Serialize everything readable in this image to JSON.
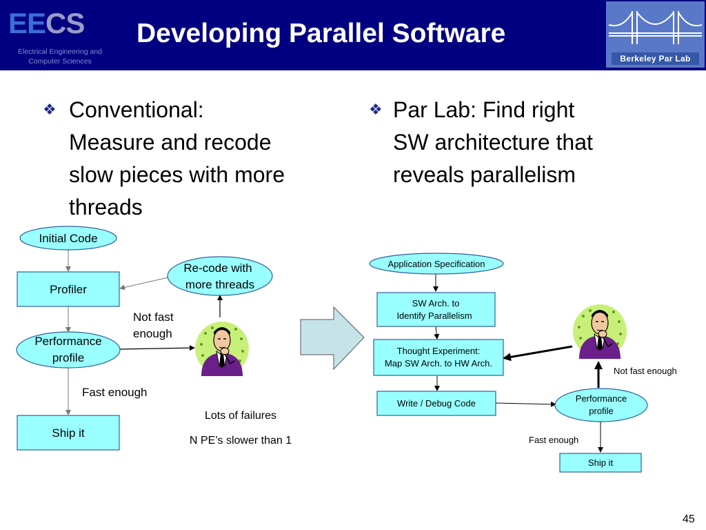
{
  "header": {
    "logo_ee": "EE",
    "logo_cs": "CS",
    "logo_sub_line1": "Electrical Engineering and",
    "logo_sub_line2": "Computer Sciences",
    "title": "Developing Parallel Software",
    "parlab_name": "Berkeley Par Lab"
  },
  "left": {
    "bullet_line1": " Conventional:",
    "bullet_line2": "Measure and recode",
    "bullet_line3": "slow pieces with more",
    "bullet_line4": "threads",
    "nodes": {
      "initial_code": "Initial Code",
      "profiler": "Profiler",
      "perf_line1": "Performance",
      "perf_line2": "profile",
      "ship_it": "Ship it",
      "recode_line1": "Re-code with",
      "recode_line2": "more threads"
    },
    "labels": {
      "not_fast_line1": "Not fast",
      "not_fast_line2": "enough",
      "fast_enough": "Fast enough",
      "lots_of_failures": "Lots of failures",
      "n_pe": "N PE’s slower than 1"
    }
  },
  "right": {
    "bullet_line1": "Par Lab: Find right",
    "bullet_line2": "SW architecture that",
    "bullet_line3": "reveals parallelism",
    "nodes": {
      "app_spec": "Application Specification",
      "sw_arch_line1": "SW Arch. to",
      "sw_arch_line2": "Identify Parallelism",
      "thought_line1": "Thought Experiment:",
      "thought_line2": "Map SW Arch. to HW Arch.",
      "write_debug": "Write / Debug Code",
      "perf_line1": "Performance",
      "perf_line2": "profile",
      "ship_it": "Ship it"
    },
    "labels": {
      "not_fast_enough": "Not fast enough",
      "fast_enough": "Fast enough"
    }
  },
  "page_number": "45",
  "colors": {
    "header_bg": "#000080",
    "box_fill": "#99ffff",
    "box_stroke": "#2f5f9f",
    "bullet_mark": "#1f2a8c"
  },
  "icons": {
    "bullet": "diamond-bullet-icon",
    "person": "thinking-man-icon",
    "big_arrow": "right-arrow-icon",
    "parlab_logo": "bridge-icon"
  }
}
